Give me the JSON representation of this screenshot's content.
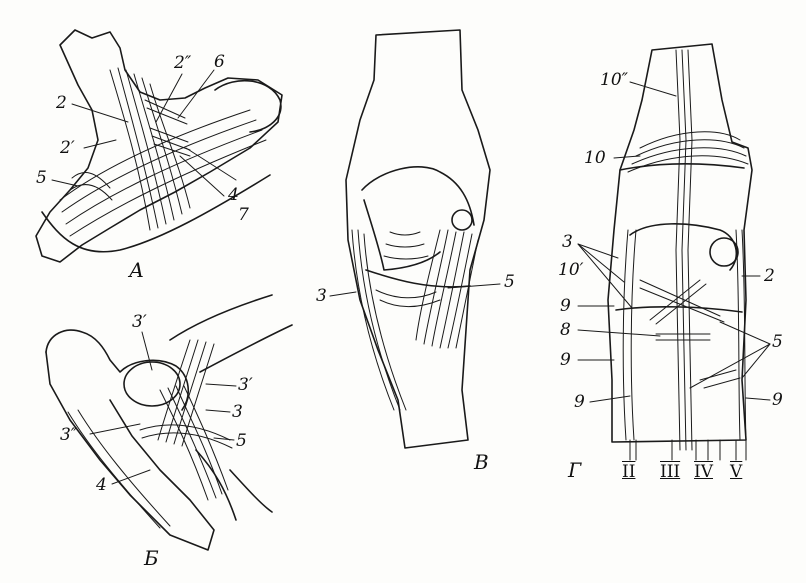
{
  "colors": {
    "ink": "#1a1a1a",
    "paper": "#fdfdfb"
  },
  "panels": {
    "a": "А",
    "b": "Б",
    "v": "В",
    "g": "Г"
  },
  "labels_a": {
    "l2pp": "2″",
    "l6": "6",
    "l2": "2",
    "l2p": "2′",
    "l5": "5",
    "l4": "4",
    "l7": "7"
  },
  "labels_b": {
    "l3p_top": "3′",
    "l3p_right": "3′",
    "l3": "3",
    "l3pp": "3″",
    "l5": "5",
    "l4": "4"
  },
  "labels_v": {
    "l3": "3",
    "l5": "5"
  },
  "labels_g": {
    "l10pp": "10″",
    "l10": "10",
    "l3": "3",
    "l10p": "10′",
    "l2": "2",
    "l9a": "9",
    "l8": "8",
    "l5": "5",
    "l9b": "9",
    "l9c": "9",
    "l9d": "9"
  },
  "digits_g": {
    "d2": "II",
    "d3": "III",
    "d4": "IV",
    "d5": "V"
  }
}
